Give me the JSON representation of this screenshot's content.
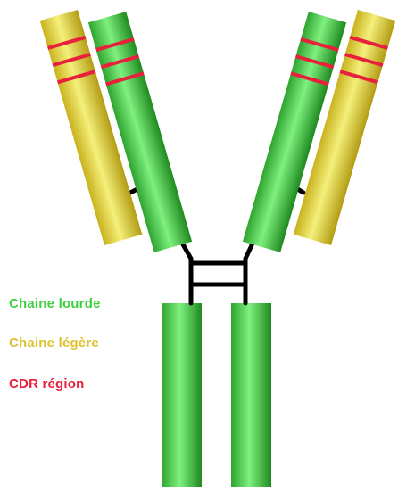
{
  "legend": {
    "heavy_chain": "Chaine lourde",
    "light_chain": "Chaine légère",
    "cdr_region": "CDR région"
  },
  "colors": {
    "heavy_chain": "#3fcf3f",
    "light_chain": "#e0c02e",
    "cdr_region": "#e8203c",
    "bonds": "#000000"
  }
}
